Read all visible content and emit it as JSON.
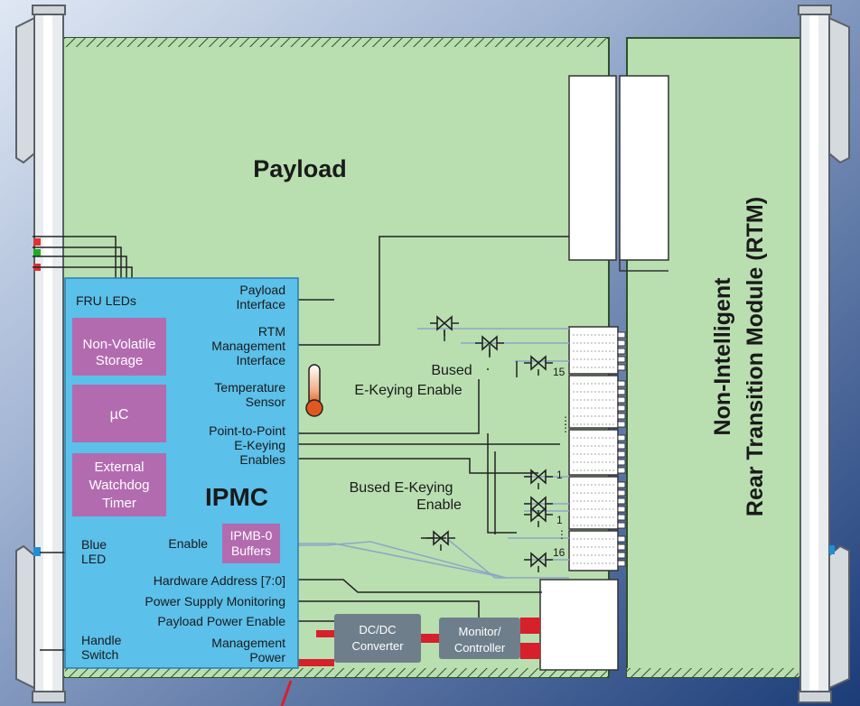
{
  "payload_title": "Payload",
  "rtm_title": [
    "Non-Intelligent",
    "Rear Transition Module (RTM)"
  ],
  "ipmc_title": "IPMC",
  "ipmc_blocks": {
    "storage": [
      "Non-Volatile",
      "Storage"
    ],
    "uc": "µC",
    "watchdog": [
      "External",
      "Watchdog",
      "Timer"
    ],
    "ipmb": [
      "IPMB-0",
      "Buffers"
    ]
  },
  "left_labels": {
    "fru_leds": "FRU LEDs",
    "blue_led": [
      "Blue",
      "LED"
    ],
    "handle_switch": [
      "Handle",
      "Switch"
    ],
    "enable": "Enable"
  },
  "right_labels": {
    "payload_interface": [
      "Payload",
      "Interface"
    ],
    "rtm_management": [
      "RTM",
      "Management",
      "Interface"
    ],
    "temperature_sensor": [
      "Temperature",
      "Sensor"
    ],
    "p2p_ekeying": [
      "Point-to-Point",
      "E-Keying",
      "Enables"
    ],
    "hardware_address": "Hardware Address [7:0]",
    "power_supply_monitoring": "Power Supply Monitoring",
    "payload_power_enable": "Payload Power Enable",
    "management_power": [
      "Management",
      "Power"
    ]
  },
  "bused_ekeying_top": [
    "Bused",
    "E-Keying Enable"
  ],
  "bused_ekeying_mid": [
    "Bused E-Keying",
    "Enable"
  ],
  "converters": {
    "dcdc": [
      "DC/DC",
      "Converter"
    ],
    "monitor": [
      "Monitor/",
      "Controller"
    ]
  },
  "channel_numbers": [
    "15",
    "⋮",
    "⋮",
    "1",
    "1",
    "⋮",
    "16"
  ],
  "colors": {
    "board_green": "#b9dfb0",
    "ipmc_blue": "#5bc0ea",
    "block_purple": "#b36bb0",
    "converter_gray": "#6e7f8b",
    "power_red": "#d6202b"
  }
}
